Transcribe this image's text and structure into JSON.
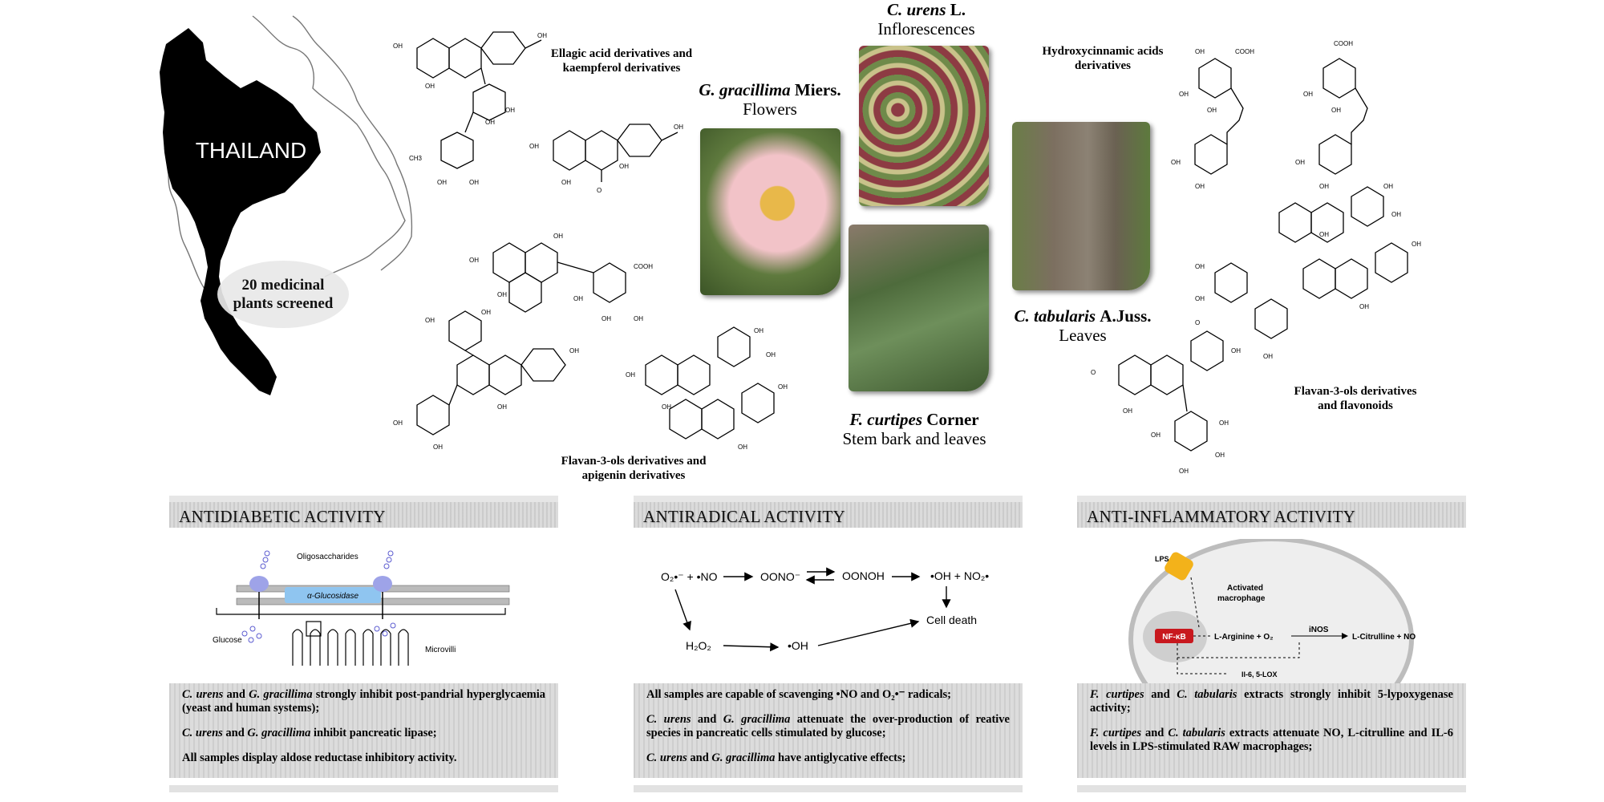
{
  "map": {
    "country": "THAILAND",
    "badge_line1": "20 medicinal",
    "badge_line2": "plants screened"
  },
  "compound_labels": {
    "ellagic_line1": "Ellagic acid derivatives and",
    "ellagic_line2": "kaempferol derivatives",
    "flavan_apigenin_line1": "Flavan-3-ols derivatives and",
    "flavan_apigenin_line2": "apigenin derivatives",
    "hydroxycinnamic_line1": "Hydroxycinnamic acids",
    "hydroxycinnamic_line2": "derivatives",
    "flavan_flavonoids_line1": "Flavan-3-ols derivatives",
    "flavan_flavonoids_line2": "and flavonoids"
  },
  "chem_atoms": {
    "oh": "OH",
    "ch3": "CH3",
    "cooh": "COOH",
    "o": "O"
  },
  "plants": {
    "gracillima": {
      "genus": "G. gracillima",
      "author": "Miers.",
      "part": "Flowers"
    },
    "urens": {
      "genus": "C. urens",
      "author": "L.",
      "part": "Inflorescences"
    },
    "curtipes": {
      "genus": "F. curtipes",
      "author": "Corner",
      "part": "Stem bark and leaves"
    },
    "tabularis": {
      "genus": "C. tabularis",
      "author": "A.Juss.",
      "part": "Leaves"
    }
  },
  "sections": {
    "antidiabetic": {
      "title": "ANTIDIABETIC ACTIVITY",
      "diagram": {
        "oligosaccharides": "Oligosaccharides",
        "enzyme": "α-Glucosidase",
        "glucose": "Glucose",
        "microvilli": "Microvilli"
      },
      "findings": [
        {
          "s1": "C. urens",
          "c1": " and ",
          "s2": "G. gracillima",
          "c2": " strongly inhibit post-pandrial hyperglycaemia (yeast and human systems);"
        },
        {
          "s1": "C. urens",
          "c1": " and ",
          "s2": "G. gracillima",
          "c2": " inhibit pancreatic lipase;"
        },
        {
          "text": "All samples display aldose reductase inhibitory activity."
        }
      ]
    },
    "antiradical": {
      "title": "ANTIRADICAL ACTIVITY",
      "diagram": {
        "reactants": "O₂•⁻ + •NO",
        "oono": "OONO⁻",
        "oonoh": "OONOH",
        "products": "•OH + NO₂•",
        "h2o2": "H₂O₂",
        "oh": "•OH",
        "cell_death": "Cell death"
      },
      "findings": [
        {
          "text": "All samples are capable of scavenging •NO and O₂•⁻ radicals;"
        },
        {
          "s1": "C. urens",
          "c1": " and ",
          "s2": "G. gracillima",
          "c2": " attenuate the over-production of reative species in pancreatic cells stimulated by glucose;"
        },
        {
          "s1": "C. urens",
          "c1": " and ",
          "s2": "G. gracillima",
          "c2": " have antiglycative effects;"
        }
      ]
    },
    "antiinflammatory": {
      "title": "ANTI-INFLAMMATORY ACTIVITY",
      "diagram": {
        "lps": "LPS",
        "activated_line1": "Activated",
        "activated_line2": "macrophage",
        "nfkb": "NF-κB",
        "arginine": "L-Arginine + O₂",
        "inos": "iNOS",
        "citrulline": "L-Citrulline + NO",
        "il6": "Il-6, 5-LOX"
      },
      "findings": [
        {
          "s1": "F. curtipes",
          "c1": " and ",
          "s2": "C. tabularis",
          "c2": " extracts strongly inhibit 5-lypoxygenase activity;"
        },
        {
          "s1": "F. curtipes",
          "c1": " and ",
          "s2": "C. tabularis",
          "c2": " extracts attenuate NO, L-citrulline and IL-6 levels in LPS-stimulated RAW macrophages;"
        }
      ]
    }
  }
}
